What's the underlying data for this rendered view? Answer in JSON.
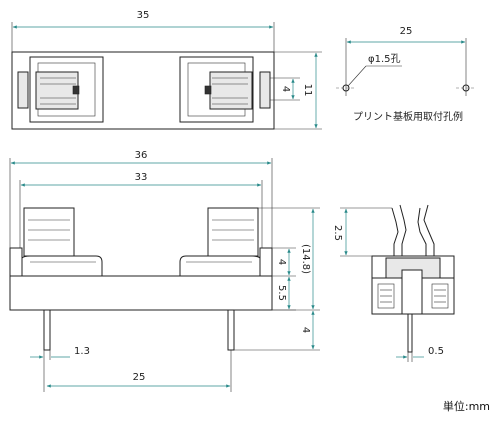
{
  "top_view": {
    "width": "35",
    "height": "11",
    "slot": "4"
  },
  "front_view": {
    "overall": "36",
    "inner": "33",
    "pitch": "25",
    "pin_width": "1.3",
    "h_upper": "4",
    "h_lower": "5.5",
    "h_total": "(14.8)",
    "pin_len": "4"
  },
  "side_view": {
    "clip": "2.5",
    "pin": "0.5"
  },
  "pcb": {
    "pitch": "25",
    "hole": "φ1.5孔",
    "caption": "プリント基板用取付孔例"
  },
  "unit": "単位:mm"
}
